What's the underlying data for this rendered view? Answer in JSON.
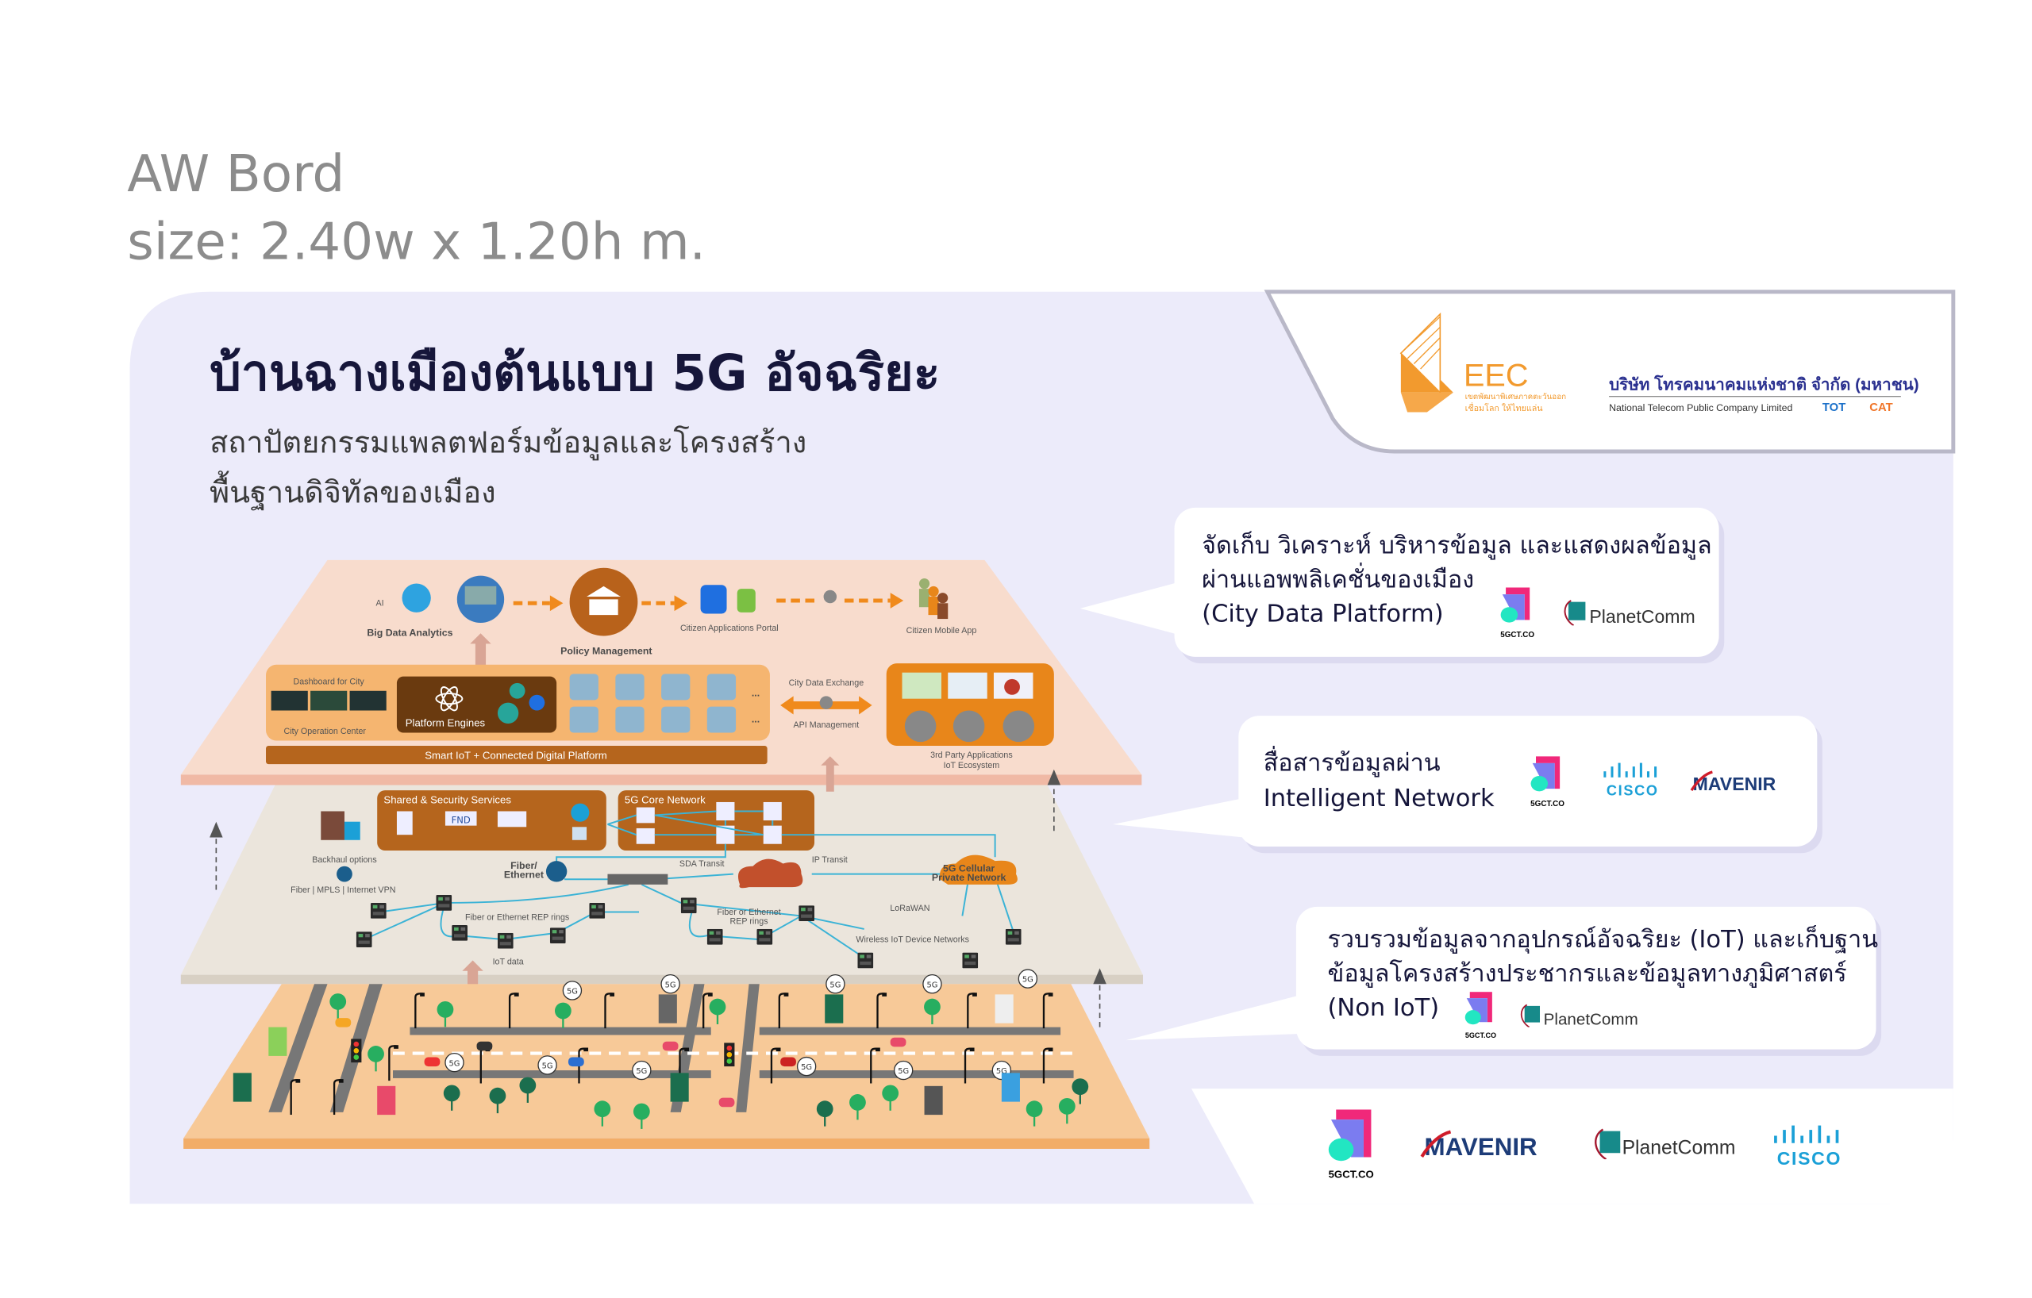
{
  "header": {
    "name": "AW Bord",
    "size": "size: 2.40w x 1.20h m."
  },
  "board": {
    "title": "บ้านฉางเมืองต้นแบบ 5G อัจฉริยะ",
    "subtitle": [
      "สถาปัตยกรรมแพลตฟอร์มข้อมูลและโครงสร้าง",
      "พื้นฐานดิจิทัลของเมือง"
    ]
  },
  "top_logos": {
    "eec": {
      "name": "EEC",
      "tagline": [
        "เขตพัฒนาพิเศษภาคตะวันออก",
        "เชื่อมโลก ให้ไทยแล่น"
      ]
    },
    "nt": {
      "thai": "บริษัท โทรคมนาคมแห่งชาติ จำกัด (มหาชน)",
      "english": "National Telecom Public Company Limited",
      "tot": "TOT",
      "cat": "CAT"
    }
  },
  "diagram": {
    "platform": {
      "ai": "AI",
      "big_data": "Big Data Analytics",
      "policy": "Policy Management",
      "citizen_portal": "Citizen Applications Portal",
      "citizen_app": "Citizen Mobile App",
      "dashboard": "Dashboard for City",
      "operation_center": "City Operation Center",
      "engines": "Platform Engines",
      "more": "...",
      "smart_iot": "Smart IoT + Connected Digital Platform",
      "data_exchange": "City Data Exchange",
      "api": "API Management",
      "third_party": [
        "3rd Party Applications",
        "IoT Ecosystem"
      ]
    },
    "network": {
      "shared": "Shared & Security Services",
      "fnd": "FND",
      "core": "5G Core Network",
      "backhaul": "Backhaul options",
      "backhaul_types": "Fiber | MPLS | Internet VPN",
      "fiber": [
        "Fiber/",
        "Ethernet"
      ],
      "sda": "SDA Transit",
      "ip": "IP Transit",
      "cellular": [
        "5G Cellular",
        "Private Network"
      ],
      "rep1": "Fiber or Ethernet REP rings",
      "rep2": [
        "Fiber or Ethernet",
        "REP rings"
      ],
      "lorawan": "LoRaWAN",
      "wireless": "Wireless IoT Device Networks",
      "iot_data": "IoT data"
    },
    "city": {
      "badge": "5G"
    }
  },
  "callouts": [
    {
      "lines": [
        "จัดเก็บ วิเคราะห์ บริหารข้อมูล และแสดงผลข้อมูล",
        "ผ่านแอพพลิเคชั่นของเมือง",
        "(City Data Platform)"
      ],
      "logos": [
        "5GCT.CO",
        "PlanetComm"
      ]
    },
    {
      "lines": [
        "สื่อสารข้อมูลผ่าน",
        "Intelligent Network"
      ],
      "logos": [
        "5GCT.CO",
        "CISCO",
        "MAVENIR"
      ]
    },
    {
      "lines": [
        "รวบรวมข้อมูลจากอุปกรณ์อัจฉริยะ (IoT) และเก็บฐาน",
        "ข้อมูลโครงสร้างประชากรและข้อมูลทางภูมิศาสตร์",
        "(Non IoT)"
      ],
      "logos": [
        "5GCT.CO",
        "PlanetComm"
      ]
    }
  ],
  "footer_logos": [
    "5GCT.CO",
    "MAVENIR",
    "PlanetComm",
    "CISCO"
  ],
  "colors": {
    "board_bg": "#ecebfa",
    "platform_layer": "#f8dccd",
    "network_layer": "#ebe5dc",
    "city_layer": "#f7c998",
    "brown": "#b5651d",
    "orange": "#e8861a",
    "network_line": "#3bb3d6"
  }
}
